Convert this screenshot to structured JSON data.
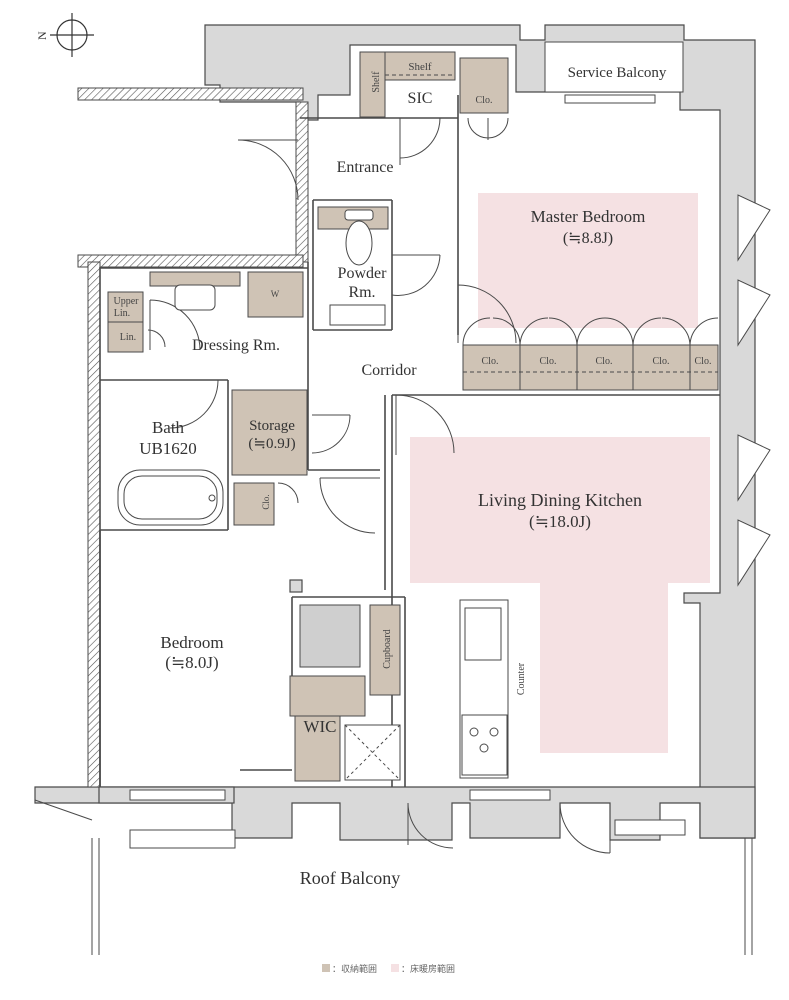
{
  "compass": {
    "north_letter": "N"
  },
  "rooms": {
    "service_balcony": "Service Balcony",
    "sic": "SIC",
    "shelf_top": "Shelf",
    "shelf_side": "Shelf",
    "clo_sic": "Clo.",
    "entrance": "Entrance",
    "master_bedroom": "Master Bedroom",
    "master_bedroom_size": "(≒8.8J)",
    "powder_line1": "Powder",
    "powder_line2": "Rm.",
    "upper_lin": "Upper",
    "upper_lin2": "Lin.",
    "lin": "Lin.",
    "w": "W",
    "dressing": "Dressing Rm.",
    "corridor": "Corridor",
    "closets": [
      "Clo.",
      "Clo.",
      "Clo.",
      "Clo.",
      "Clo."
    ],
    "bath_line1": "Bath",
    "bath_line2": "UB1620",
    "storage_line1": "Storage",
    "storage_line2": "(≒0.9J)",
    "clo_bath": "Clo.",
    "ldk_line1": "Living Dining Kitchen",
    "ldk_line2": "(≒18.0J)",
    "bedroom_line1": "Bedroom",
    "bedroom_line2": "(≒8.0J)",
    "cupboard": "Cupboard",
    "counter": "Counter",
    "wic": "WIC",
    "roof_balcony": "Roof Balcony"
  },
  "legend": {
    "storage_label": "：収納範囲",
    "heating_label": "：床暖房範囲"
  },
  "colors": {
    "storage": "#cfc3b5",
    "heating": "#f5e1e3",
    "wall": "#d8d8d8",
    "line": "#4a4a4a"
  }
}
